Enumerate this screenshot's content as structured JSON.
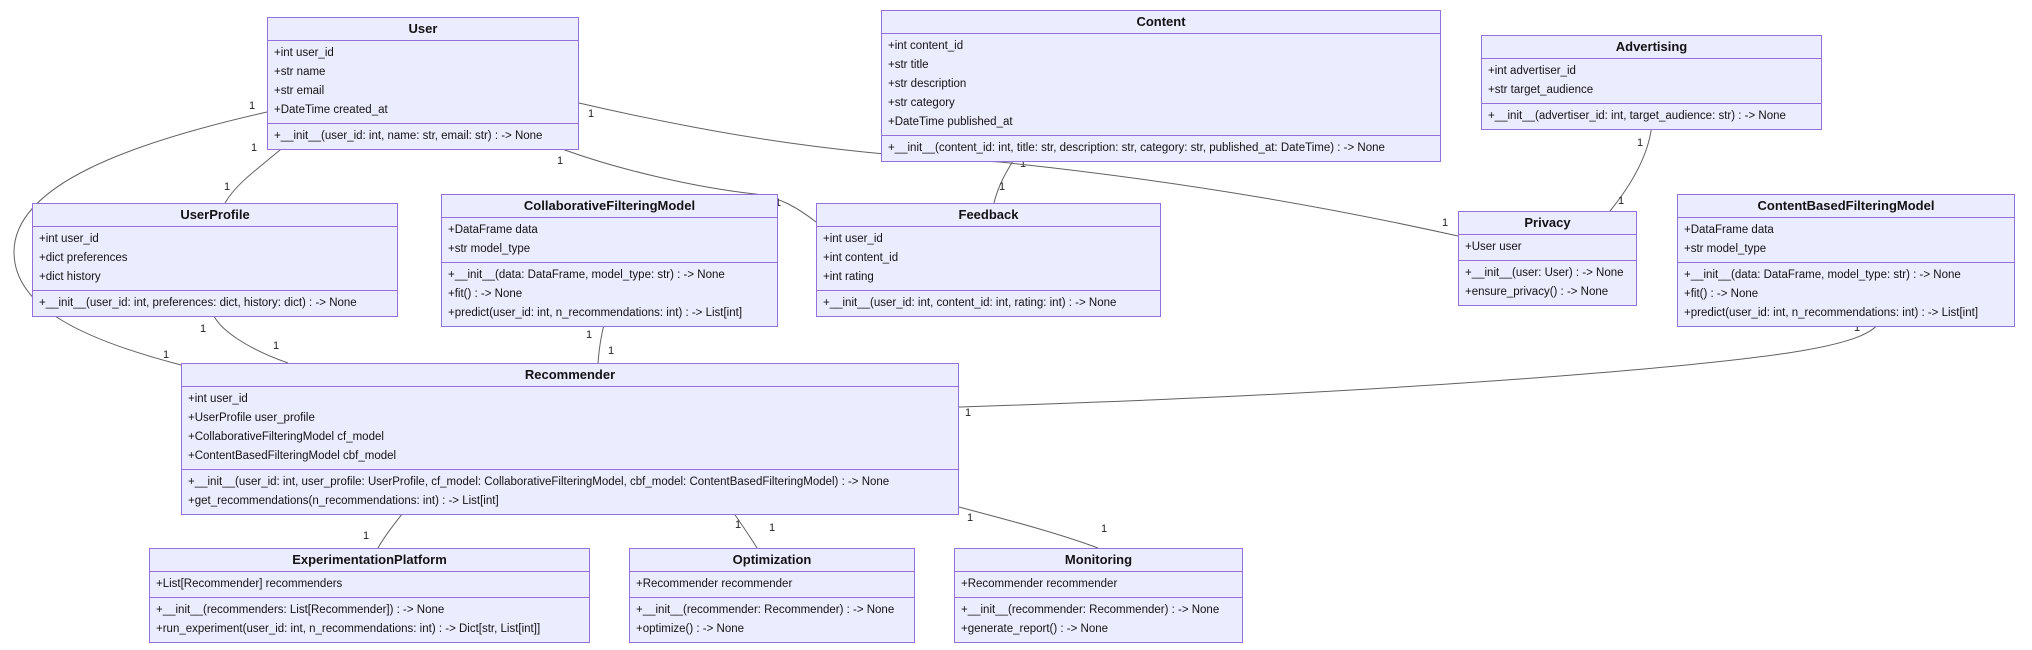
{
  "diagram": {
    "type": "uml_class_diagram",
    "classes": [
      {
        "id": "user",
        "title": "User",
        "attributes": [
          "+int user_id",
          "+str name",
          "+str email",
          "+DateTime created_at"
        ],
        "methods": [
          "+__init__(user_id: int, name: str, email: str) : -> None"
        ]
      },
      {
        "id": "content",
        "title": "Content",
        "attributes": [
          "+int content_id",
          "+str title",
          "+str description",
          "+str category",
          "+DateTime published_at"
        ],
        "methods": [
          "+__init__(content_id: int, title: str, description: str, category: str, published_at: DateTime) : -> None"
        ]
      },
      {
        "id": "advertising",
        "title": "Advertising",
        "attributes": [
          "+int advertiser_id",
          "+str target_audience"
        ],
        "methods": [
          "+__init__(advertiser_id: int, target_audience: str) : -> None"
        ]
      },
      {
        "id": "userprofile",
        "title": "UserProfile",
        "attributes": [
          "+int user_id",
          "+dict preferences",
          "+dict history"
        ],
        "methods": [
          "+__init__(user_id: int, preferences: dict, history: dict) : -> None"
        ]
      },
      {
        "id": "cfm",
        "title": "CollaborativeFilteringModel",
        "attributes": [
          "+DataFrame data",
          "+str model_type"
        ],
        "methods": [
          "+__init__(data: DataFrame, model_type: str) : -> None",
          "+fit() : -> None",
          "+predict(user_id: int, n_recommendations: int) : -> List[int]"
        ]
      },
      {
        "id": "feedback",
        "title": "Feedback",
        "attributes": [
          "+int user_id",
          "+int content_id",
          "+int rating"
        ],
        "methods": [
          "+__init__(user_id: int, content_id: int, rating: int) : -> None"
        ]
      },
      {
        "id": "privacy",
        "title": "Privacy",
        "attributes": [
          "+User user"
        ],
        "methods": [
          "+__init__(user: User) : -> None",
          "+ensure_privacy() : -> None"
        ]
      },
      {
        "id": "cbf",
        "title": "ContentBasedFilteringModel",
        "attributes": [
          "+DataFrame data",
          "+str model_type"
        ],
        "methods": [
          "+__init__(data: DataFrame, model_type: str) : -> None",
          "+fit() : -> None",
          "+predict(user_id: int, n_recommendations: int) : -> List[int]"
        ]
      },
      {
        "id": "recommender",
        "title": "Recommender",
        "attributes": [
          "+int user_id",
          "+UserProfile user_profile",
          "+CollaborativeFilteringModel cf_model",
          "+ContentBasedFilteringModel cbf_model"
        ],
        "methods": [
          "+__init__(user_id: int, user_profile: UserProfile, cf_model: CollaborativeFilteringModel, cbf_model: ContentBasedFilteringModel) : -> None",
          "+get_recommendations(n_recommendations: int) : -> List[int]"
        ]
      },
      {
        "id": "experimentation",
        "title": "ExperimentationPlatform",
        "attributes": [
          "+List[Recommender] recommenders"
        ],
        "methods": [
          "+__init__(recommenders: List[Recommender]) : -> None",
          "+run_experiment(user_id: int, n_recommendations: int) : -> Dict[str, List[int]]"
        ]
      },
      {
        "id": "optimization",
        "title": "Optimization",
        "attributes": [
          "+Recommender recommender"
        ],
        "methods": [
          "+__init__(recommender: Recommender) : -> None",
          "+optimize() : -> None"
        ]
      },
      {
        "id": "monitoring",
        "title": "Monitoring",
        "attributes": [
          "+Recommender recommender"
        ],
        "methods": [
          "+__init__(recommender: Recommender) : -> None",
          "+generate_report() : -> None"
        ]
      }
    ],
    "relationships": [
      {
        "from": "User",
        "to": "UserProfile",
        "from_cardinality": "1",
        "to_cardinality": "1"
      },
      {
        "from": "User",
        "to": "Recommender",
        "from_cardinality": "1",
        "to_cardinality": "1"
      },
      {
        "from": "UserProfile",
        "to": "Recommender",
        "from_cardinality": "1",
        "to_cardinality": "1"
      },
      {
        "from": "User",
        "to": "Feedback",
        "from_cardinality": "1",
        "to_cardinality": "1"
      },
      {
        "from": "Content",
        "to": "Feedback",
        "from_cardinality": "1",
        "to_cardinality": "1"
      },
      {
        "from": "Advertising",
        "to": "Privacy",
        "from_cardinality": "1",
        "to_cardinality": "1"
      },
      {
        "from": "CollaborativeFilteringModel",
        "to": "Recommender",
        "from_cardinality": "1",
        "to_cardinality": "1"
      },
      {
        "from": "User",
        "to": "Privacy",
        "from_cardinality": "1",
        "to_cardinality": "1"
      },
      {
        "from": "ContentBasedFilteringModel",
        "to": "Recommender",
        "from_cardinality": "1",
        "to_cardinality": "1"
      },
      {
        "from": "Recommender",
        "to": "ExperimentationPlatform",
        "from_cardinality": "1",
        "to_cardinality": "1"
      },
      {
        "from": "Recommender",
        "to": "Optimization",
        "from_cardinality": "1",
        "to_cardinality": "1"
      },
      {
        "from": "Recommender",
        "to": "Monitoring",
        "from_cardinality": "1",
        "to_cardinality": "1"
      }
    ],
    "colors": {
      "box_fill": "#ECECFF",
      "box_border": "#9370DB",
      "edge_line": "#616161",
      "text": "#131313",
      "background": "#ffffff"
    }
  }
}
